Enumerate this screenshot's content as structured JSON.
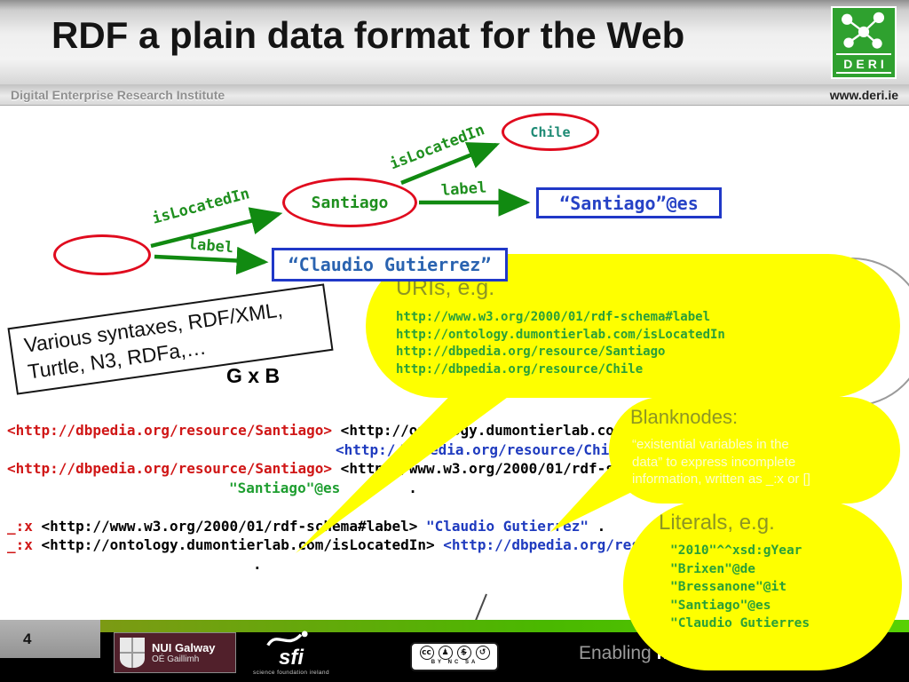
{
  "header": {
    "title": "RDF a plain data format for the Web",
    "institute": "Digital Enterprise Research Institute",
    "website": "www.deri.ie",
    "logo_text": "DERI"
  },
  "graph": {
    "node_santiago": "Santiago",
    "node_chile": "Chile",
    "edge_isLocatedIn_1": "isLocatedIn",
    "edge_isLocatedIn_2": "isLocatedIn",
    "edge_label_1": "label",
    "edge_label_2": "label",
    "literal_santiago": "“Santiago”@es",
    "literal_claudio": "“Claudio Gutierrez”"
  },
  "syntax_note": {
    "line1": "Various syntaxes, RDF/XML,",
    "line2": "Turtle, N3, RDFa,…"
  },
  "formula": "G x B",
  "bubbles": {
    "uris": {
      "title": "URIs, e.g.",
      "lines": [
        "http://www.w3.org/2000/01/rdf-schema#label",
        "http://ontology.dumontierlab.com/isLocatedIn",
        "http://dbpedia.org/resource/Santiago",
        "http://dbpedia.org/resource/Chile"
      ]
    },
    "blanknodes": {
      "title": "Blanknodes:",
      "body": [
        "“existential variables in the",
        "data” to express incomplete",
        "information, written as _:x or []"
      ]
    },
    "literals": {
      "title": "Literals, e.g.",
      "lines": [
        "\"2010\"^^xsd:gYear",
        "\"Brixen\"@de",
        "\"Bressanone\"@it",
        "\"Santiago\"@es",
        "\"Claudio Gutierres"
      ]
    }
  },
  "code": {
    "lines": [
      {
        "indent": 0,
        "segs": [
          {
            "c": "r",
            "t": "<http://dbpedia.org/resource/Santiago>"
          },
          {
            "c": "k",
            "t": " <http://ontology.dumontierlab.com/isLocatedIn>"
          }
        ]
      },
      {
        "indent": 370,
        "segs": [
          {
            "c": "b",
            "t": "<http://dbpedia.org/resource/Chile>"
          },
          {
            "c": "k",
            "t": " ."
          }
        ]
      },
      {
        "indent": 0,
        "segs": [
          {
            "c": "r",
            "t": "<http://dbpedia.org/resource/Santiago>"
          },
          {
            "c": "k",
            "t": " <http://www.w3.org/2000/01/rdf-schema#label>"
          }
        ]
      },
      {
        "indent": 250,
        "segs": [
          {
            "c": "g",
            "t": "\"Santiago\"@es"
          },
          {
            "c": "k",
            "t": "        ."
          }
        ]
      },
      {
        "indent": 0,
        "segs": []
      },
      {
        "indent": 0,
        "segs": [
          {
            "c": "r",
            "t": "_:x "
          },
          {
            "c": "k",
            "t": "<http://www.w3.org/2000/01/rdf-schema#label> "
          },
          {
            "c": "b",
            "t": "\"Claudio Gutierrez\""
          },
          {
            "c": "k",
            "t": " ."
          }
        ]
      },
      {
        "indent": 0,
        "segs": [
          {
            "c": "r",
            "t": "_:x "
          },
          {
            "c": "k",
            "t": "<http://ontology.dumontierlab.com/isLocatedIn> "
          },
          {
            "c": "b",
            "t": "<http://dbpedia.org/resource/Santiago>"
          }
        ]
      },
      {
        "indent": 277,
        "segs": [
          {
            "c": "k",
            "t": "."
          }
        ]
      }
    ]
  },
  "footer": {
    "slide_number": "4",
    "nuig": {
      "line1": "NUI Galway",
      "line2": "OÉ Gaillimh"
    },
    "sfi": {
      "name": "sfi",
      "sub": "science foundation ireland"
    },
    "cc": {
      "icons": [
        "cc",
        "♟",
        "$",
        "↺"
      ],
      "labels": "BY NC SA"
    },
    "tagline": {
      "normal": "Enabling ",
      "bold": "ne"
    }
  },
  "colors": {
    "accent_green": "#118a11",
    "node_red": "#e00b1e",
    "literal_blue": "#2038c8",
    "bubble_yellow": "#feff00",
    "bubble_title": "#8d9623",
    "code": {
      "r": "#d01616",
      "k": "#000000",
      "b": "#1f3bbf",
      "g": "#1e9e30"
    }
  }
}
